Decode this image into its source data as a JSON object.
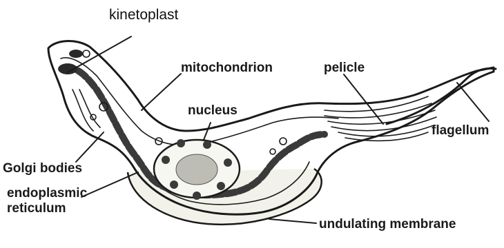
{
  "labels": {
    "kinetoplast": "kinetoplast",
    "mitochondrion": "mitochondrion",
    "pelicle": "pelicle",
    "nucleus": "nucleus",
    "flagellum": "flagellum",
    "golgi": "Golgi bodies",
    "er_line1": "endoplasmic",
    "er_line2": "reticulum",
    "undulating": "undulating membrane"
  },
  "colors": {
    "ink": "#1a1a1a",
    "membrane_fill": "#f4f4ee",
    "organelle": "#3a3a3a",
    "nucleolus": "#bdbdb5"
  }
}
